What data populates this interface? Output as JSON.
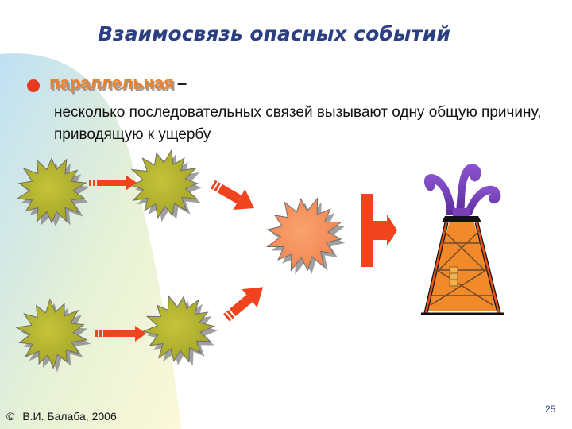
{
  "slide": {
    "title": "Взаимосвязь опасных событий",
    "bullet": {
      "term": "параллельная",
      "dash": "–",
      "description": "несколько последовательных связей вызывают одну общую причину, приводящую к ущербу"
    },
    "footer": {
      "copyright_symbol": "©",
      "author": "В.И. Балаба, 2006"
    },
    "page_number": "25"
  },
  "colors": {
    "event_burst": "#b5b52d",
    "cause_burst": "#f7955e",
    "arrow": "#f0431e",
    "damage_bar": "#f0431e",
    "oil_plume": "#7b3fb8",
    "derrick_frame": "#e8541c",
    "derrick_body": "#f28a2c",
    "background_accent": "#cfe8f6",
    "title_color": "#2b3f82",
    "term_color": "#f07f2a",
    "bullet_color": "#e53a1e"
  },
  "icons": [
    "event-burst-icon",
    "cause-burst-icon",
    "arrow-icon",
    "blocked-arrow-icon",
    "oil-derrick-icon"
  ]
}
